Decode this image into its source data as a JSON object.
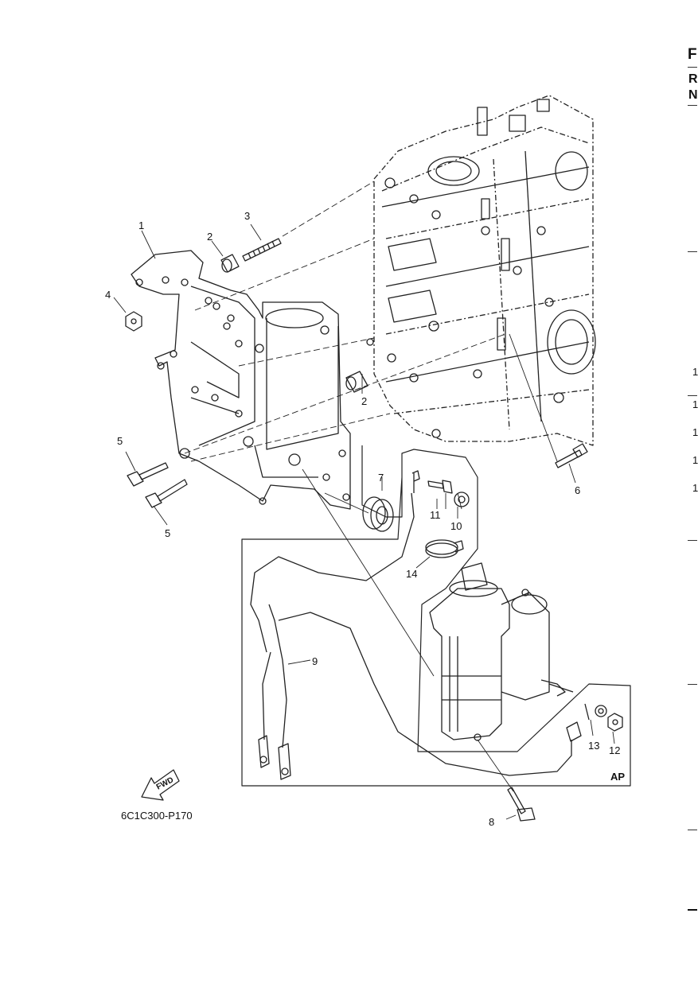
{
  "diagram": {
    "code_label": "6C1C300-P170",
    "ap_label": "AP",
    "fwd_label": "FWD",
    "callouts": [
      {
        "num": "1"
      },
      {
        "num": "2"
      },
      {
        "num": "3"
      },
      {
        "num": "4"
      },
      {
        "num": "5"
      },
      {
        "num": "2"
      },
      {
        "num": "5"
      },
      {
        "num": "6"
      },
      {
        "num": "7"
      },
      {
        "num": "11"
      },
      {
        "num": "10"
      },
      {
        "num": "14"
      },
      {
        "num": "9"
      },
      {
        "num": "13"
      },
      {
        "num": "12"
      },
      {
        "num": "8"
      }
    ]
  },
  "edge": {
    "letters": [
      "F",
      "R",
      "N"
    ],
    "numbers": [
      "1",
      "1",
      "1",
      "1",
      "1"
    ]
  }
}
